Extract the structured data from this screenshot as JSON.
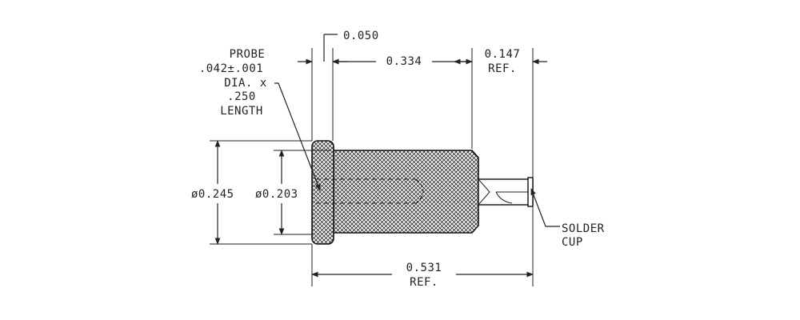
{
  "dimensions": {
    "flange_thickness": "0.050",
    "body_length": "0.334",
    "cup_length": "0.147",
    "cup_length_ref": "REF.",
    "overall_length": "0.531",
    "overall_length_ref": "REF.",
    "flange_diameter": "ø0.245",
    "body_diameter": "ø0.203"
  },
  "callouts": {
    "probe": {
      "lines": [
        "PROBE",
        ".042±.001",
        "DIA. x",
        ".250",
        "LENGTH"
      ]
    },
    "solder_cup": {
      "lines": [
        "SOLDER",
        "CUP"
      ]
    }
  },
  "colors": {
    "line": "#222222",
    "knurl": "#333333",
    "background": "#ffffff"
  }
}
